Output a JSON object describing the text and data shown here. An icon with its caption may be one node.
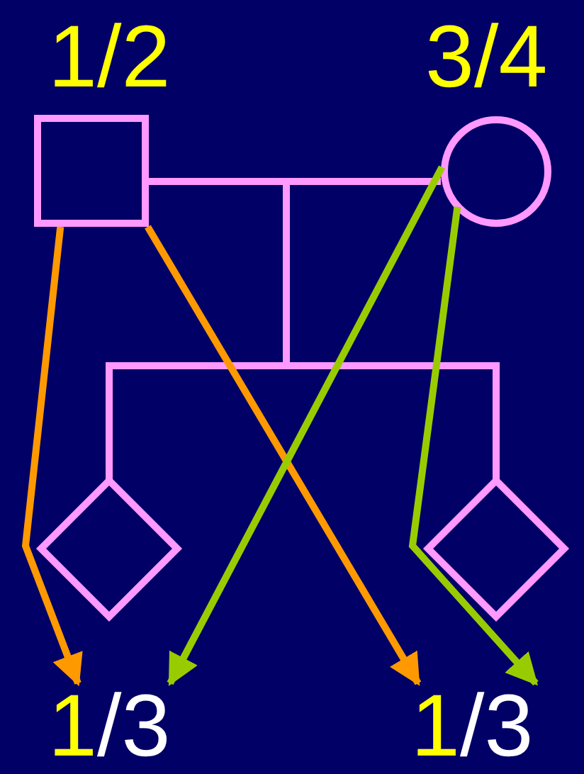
{
  "diagram": {
    "nodes": [
      {
        "text": [],
        "shape": "box",
        "beside": [
          "1/2"
        ]
      },
      {
        "text": [],
        "shape": "circle",
        "beside": [
          "3/4"
        ]
      },
      {
        "text": [],
        "shape": "diamond"
      },
      {
        "text": [],
        "shape": "diamond"
      },
      {
        "text": [
          "1/3"
        ]
      },
      {
        "text": [
          "1/3"
        ]
      }
    ],
    "edges": [
      {
        "from": 0,
        "to": 1,
        "arrow": "none"
      },
      {
        "from": 0,
        "to": 2,
        "arrow": "none"
      },
      {
        "from": 0,
        "to": 3,
        "arrow": "none"
      },
      {
        "from": 1,
        "to": 2,
        "arrow": "none"
      },
      {
        "from": 1,
        "to": 3,
        "arrow": "none"
      },
      {
        "from": 0,
        "to": 4,
        "arrow": "to",
        "color": "#ff9900"
      },
      {
        "from": 0,
        "to": 5,
        "arrow": "to",
        "color": "#ff9900"
      },
      {
        "from": 1,
        "to": 4,
        "arrow": "to",
        "color": "#99cc00"
      },
      {
        "from": 1,
        "to": 5,
        "arrow": "to",
        "color": "#99cc00"
      }
    ]
  }
}
